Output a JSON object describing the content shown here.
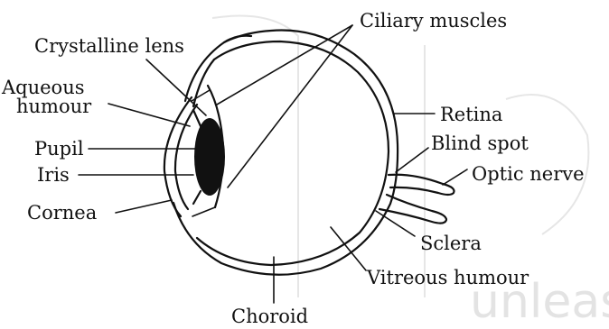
{
  "diagram": {
    "labels": {
      "ciliary_muscles": "Ciliary muscles",
      "crystalline_lens": "Crystalline lens",
      "aqueous_line1": "Aqueous",
      "aqueous_line2": "humour",
      "pupil": "Pupil",
      "iris": "Iris",
      "cornea": "Cornea",
      "retina": "Retina",
      "blind_spot": "Blind spot",
      "optic_nerve": "Optic nerve",
      "sclera": "Sclera",
      "vitreous_humour": "Vitreous humour",
      "choroid": "Choroid"
    },
    "watermark": "unleas"
  }
}
